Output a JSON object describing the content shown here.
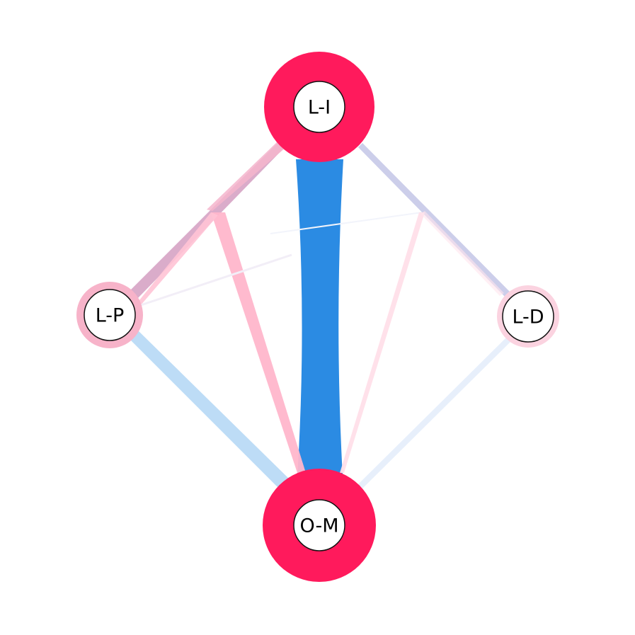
{
  "diagram": {
    "type": "network",
    "colors": {
      "node_ring": "#ff1a5c",
      "node_ring_light": "#f7b3c9",
      "node_inner": "#ffffff",
      "edge_pink": "#ffb0c8",
      "edge_pink_faint": "#ffd6e3",
      "edge_blue": "#2b8be3",
      "edge_blue_light": "#b9daf6",
      "edge_lavender": "#b9bfe6",
      "edge_blue_faint": "#dde9f9"
    },
    "nodes": [
      {
        "id": "LI",
        "label": "L-I",
        "ring": "strong"
      },
      {
        "id": "LP",
        "label": "L-P",
        "ring": "light"
      },
      {
        "id": "LD",
        "label": "L-D",
        "ring": "light"
      },
      {
        "id": "OM",
        "label": "O-M",
        "ring": "strong"
      }
    ]
  }
}
